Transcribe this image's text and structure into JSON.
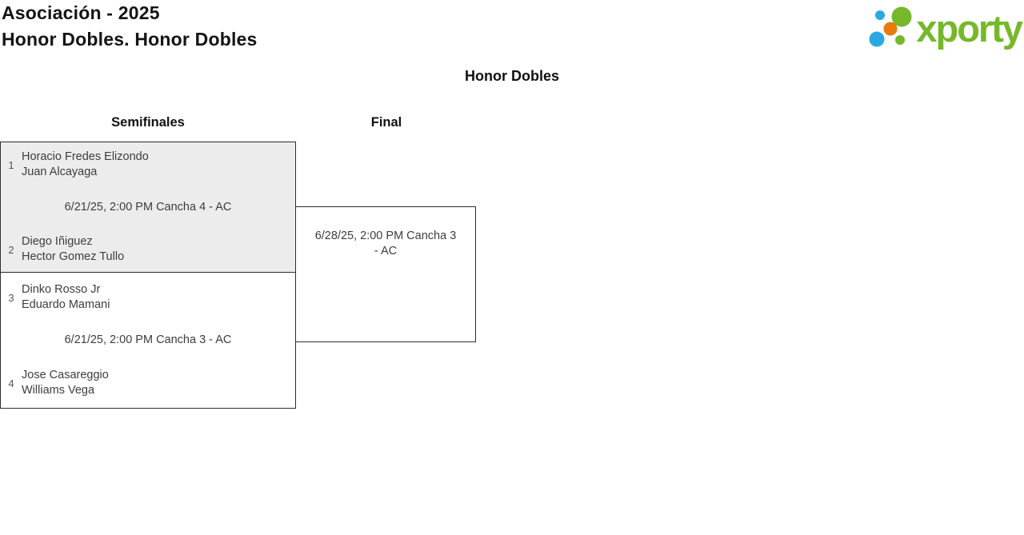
{
  "header": {
    "tournament_title": "Asociación - 2025",
    "category_title": "Honor Dobles. Honor Dobles",
    "logo_text": "xporty"
  },
  "bracket": {
    "title": "Honor Dobles",
    "rounds": [
      {
        "label": "Semifinales"
      },
      {
        "label": "Final"
      }
    ],
    "matches": [
      {
        "round": "Semifinales",
        "info": "6/21/25, 2:00 PM Cancha 4 - AC",
        "team1": {
          "seed": "1",
          "players": [
            "Horacio Fredes Elizondo",
            "Juan Alcayaga"
          ]
        },
        "team2": {
          "seed": "2",
          "players": [
            "Diego Iñiguez",
            "Hector Gomez Tullo"
          ]
        }
      },
      {
        "round": "Semifinales",
        "info": "6/21/25, 2:00 PM Cancha 3 - AC",
        "team1": {
          "seed": "3",
          "players": [
            "Dinko Rosso Jr",
            "Eduardo Mamani"
          ]
        },
        "team2": {
          "seed": "4",
          "players": [
            "Jose Casareggio",
            "Williams Vega"
          ]
        }
      },
      {
        "round": "Final",
        "info": "6/28/25, 2:00 PM Cancha 3 - AC"
      }
    ]
  },
  "colors": {
    "brand_green": "#76b82a",
    "brand_blue": "#29a9e1",
    "brand_orange": "#e87b0e",
    "match_highlight_bg": "#ececec",
    "border": "#2d2d2d"
  }
}
